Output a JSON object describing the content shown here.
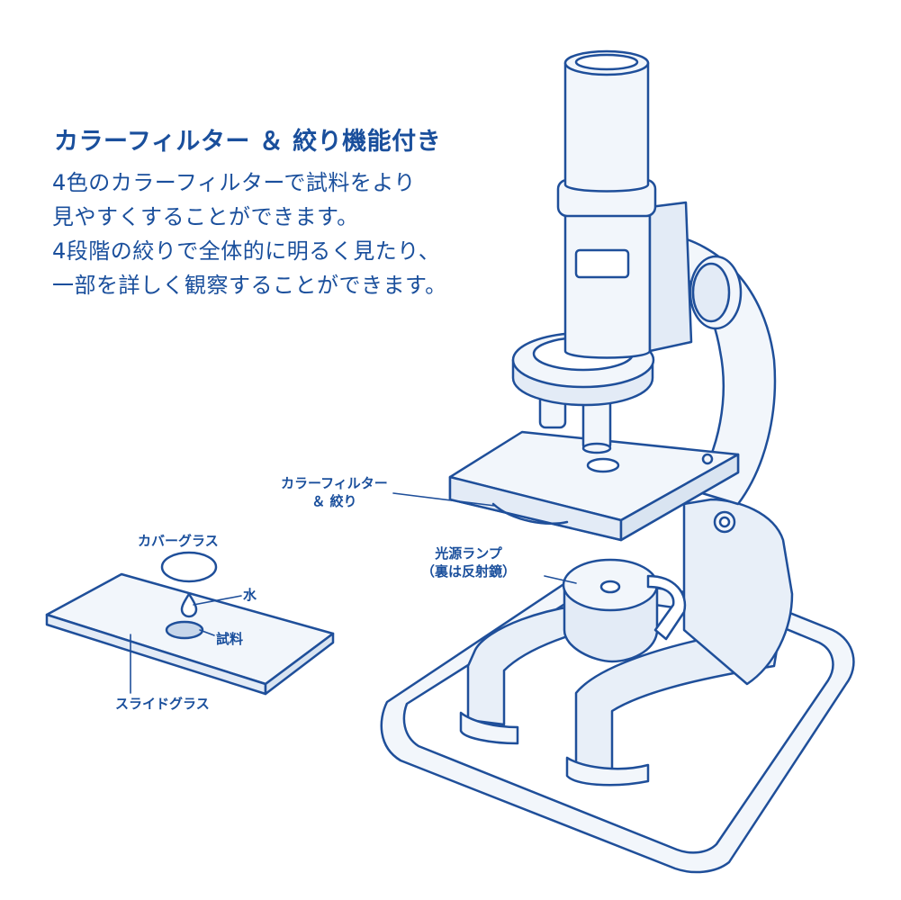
{
  "heading": "カラーフィルター ＆ 絞り機能付き",
  "paragraph": [
    "4色のカラーフィルターで試料をより",
    "見やすくすることができます。",
    "4段階の絞りで全体的に明るく見たり、",
    "一部を詳しく観察することができます。"
  ],
  "labels": {
    "filter_line1": "カラーフィルター",
    "filter_line2": "＆ 絞り",
    "lamp_line1": "光源ランプ",
    "lamp_line2": "（裏は反射鏡）",
    "cover_glass": "カバーグラス",
    "water": "水",
    "specimen": "試料",
    "slide_glass": "スライドグラス"
  },
  "colors": {
    "text": "#1a4f9c",
    "outline": "#1f4f9a",
    "fill": "#f2f6fb",
    "fill_shade": "#d9e4f1"
  }
}
